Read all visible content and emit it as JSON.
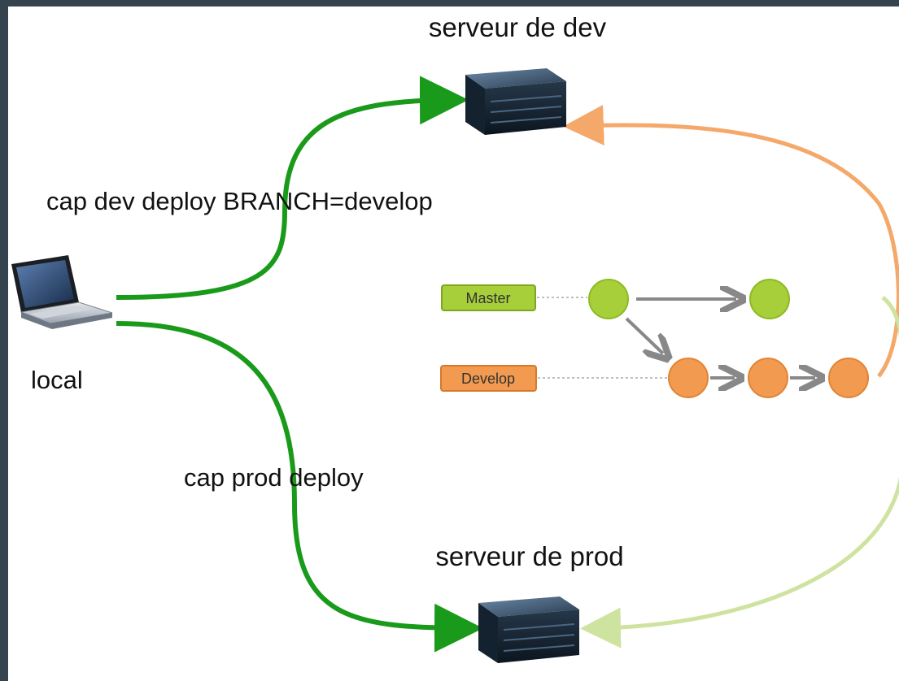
{
  "nodes": {
    "dev_server_label": "serveur de dev",
    "prod_server_label": "serveur de prod",
    "local_label": "local"
  },
  "arrows": {
    "dev_command": "cap dev deploy BRANCH=develop",
    "prod_command": "cap prod deploy"
  },
  "branches": {
    "master_label": "Master",
    "develop_label": "Develop"
  },
  "colors": {
    "deploy_arrow": "#1a9a1a",
    "develop_arrow": "#f4a86a",
    "master_arrow": "#cfe3a0",
    "master_node": "#a6cf3a",
    "develop_node": "#f19a50",
    "git_arrow": "#888888",
    "frame": "#35434f"
  }
}
